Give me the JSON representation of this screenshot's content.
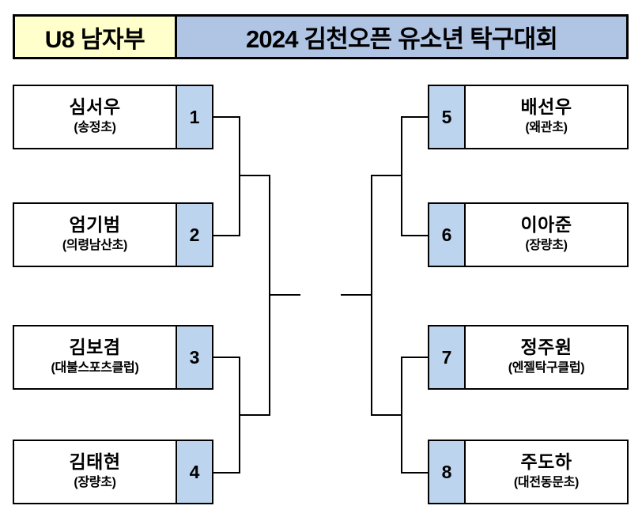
{
  "header": {
    "division": "U8 남자부",
    "title": "2024 김천오픈 유소년 탁구대회",
    "division_bg": "#FFFFCC",
    "title_bg": "#B0C4E4"
  },
  "bracket": {
    "type": "single-elimination",
    "size": 8,
    "seed_cell_bg": "#BDD4EE",
    "line_color": "#000000",
    "left_side": [
      {
        "seed": "1",
        "name": "심서우",
        "club": "(송정초)"
      },
      {
        "seed": "2",
        "name": "엄기범",
        "club": "(의령남산초)"
      },
      {
        "seed": "3",
        "name": "김보겸",
        "club": "(대불스포츠클럽)"
      },
      {
        "seed": "4",
        "name": "김태현",
        "club": "(장량초)"
      }
    ],
    "right_side": [
      {
        "seed": "5",
        "name": "배선우",
        "club": "(왜관초)"
      },
      {
        "seed": "6",
        "name": "이아준",
        "club": "(장량초)"
      },
      {
        "seed": "7",
        "name": "정주원",
        "club": "(엔젤탁구클럽)"
      },
      {
        "seed": "8",
        "name": "주도하",
        "club": "(대전동문초)"
      }
    ],
    "matchups": [
      {
        "round": "quarterfinal",
        "pair": [
          "1",
          "2"
        ]
      },
      {
        "round": "quarterfinal",
        "pair": [
          "3",
          "4"
        ]
      },
      {
        "round": "quarterfinal",
        "pair": [
          "5",
          "6"
        ]
      },
      {
        "round": "quarterfinal",
        "pair": [
          "7",
          "8"
        ]
      },
      {
        "round": "semifinal",
        "pair": [
          "1/2",
          "3/4"
        ]
      },
      {
        "round": "semifinal",
        "pair": [
          "5/6",
          "7/8"
        ]
      },
      {
        "round": "final",
        "pair": [
          "left",
          "right"
        ]
      }
    ]
  }
}
